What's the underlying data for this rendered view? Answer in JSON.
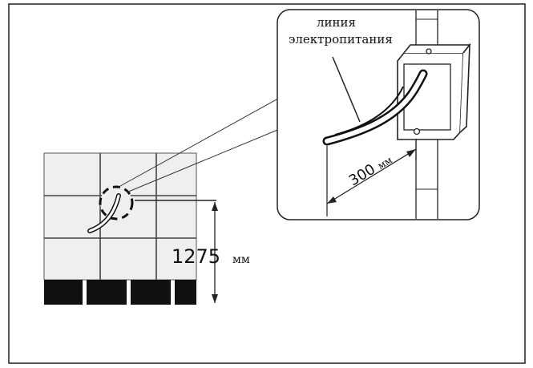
{
  "labels": {
    "power_line_1": "линия",
    "power_line_2": "электропитания",
    "dim_300_value": "300",
    "dim_300_unit": "мм",
    "dim_1275_value": "1275",
    "dim_1275_unit": "мм"
  },
  "colors": {
    "line": "#222222",
    "tile_fill": "#efefef",
    "baseboard": "#111111",
    "background": "#ffffff"
  }
}
